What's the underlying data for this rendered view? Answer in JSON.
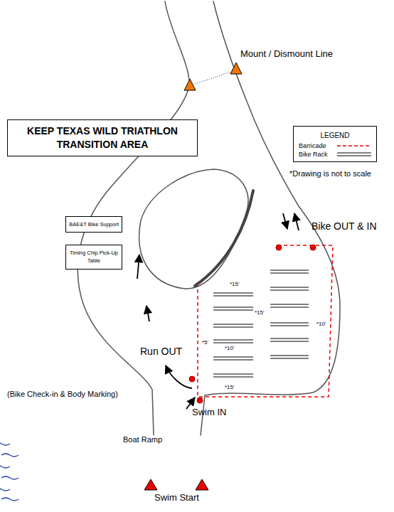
{
  "diagram": {
    "title": "KEEP TEXAS WILD TRIATHLON TRANSITION AREA",
    "nodes": [
      {
        "text": [
          "BAE&T Bike Support"
        ]
      },
      {
        "text": [
          "Timing Chip Pick-Up Table"
        ]
      },
      {
        "text": [
          "LEGEND"
        ]
      }
    ],
    "labels": [
      "Mount / Dismount Line",
      "*Drawing is not to scale",
      "Bike OUT & IN",
      "*15'",
      "*15'",
      "*10'",
      "*5'",
      "*10'",
      "*15'",
      "Run OUT",
      "(Bike Check-in & Body Marking)",
      "Swim IN",
      "Boat Ramp",
      "Swim Start"
    ],
    "legend": [
      {
        "text": "Barricade"
      },
      {
        "text": "Bike Rack"
      }
    ]
  }
}
